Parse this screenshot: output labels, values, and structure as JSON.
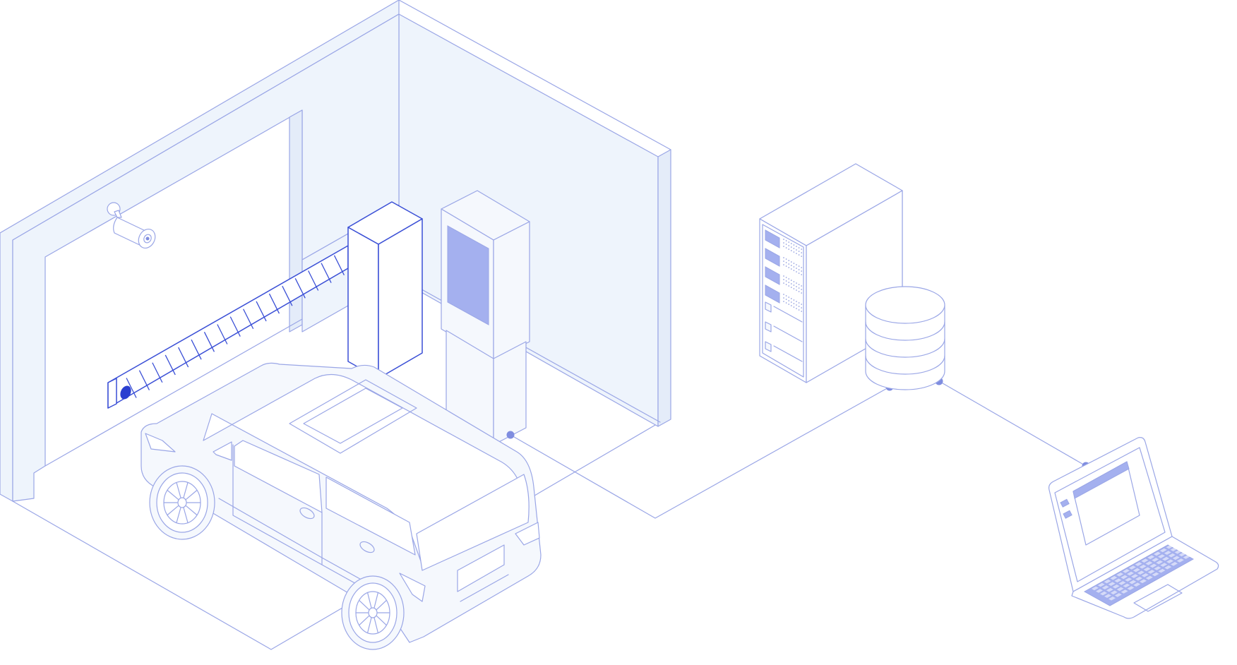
{
  "colors": {
    "line": "#9aa6e6",
    "line_secondary": "#7f8dd9",
    "wall_fill": "#eef4fc",
    "wall_shade": "#e4ecf9",
    "panel_fill": "#f5f8fd",
    "accent_fill": "#a4b0ef",
    "barrier_stroke": "#3a4fd6",
    "barrier_lens": "#2a3ed0",
    "connector_node": "#7f8de0"
  },
  "scene": {
    "elements": [
      {
        "id": "garage-structure",
        "icon": "garage-icon"
      },
      {
        "id": "security-camera",
        "icon": "cctv-camera-icon"
      },
      {
        "id": "parking-barrier-gate",
        "icon": "boom-barrier-icon"
      },
      {
        "id": "payment-kiosk",
        "icon": "kiosk-icon"
      },
      {
        "id": "car",
        "icon": "car-icon"
      },
      {
        "id": "server-rack",
        "icon": "server-icon"
      },
      {
        "id": "database",
        "icon": "database-icon"
      },
      {
        "id": "laptop",
        "icon": "laptop-icon"
      }
    ],
    "connections": [
      {
        "from": "payment-kiosk",
        "to": "database"
      },
      {
        "from": "database",
        "to": "laptop"
      },
      {
        "from": "server-rack",
        "to": "database"
      }
    ]
  }
}
